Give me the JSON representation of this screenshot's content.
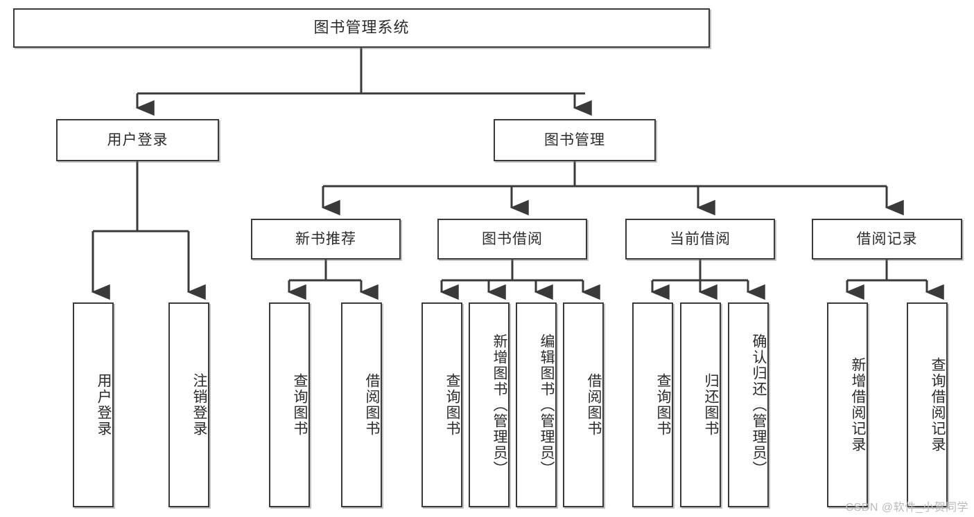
{
  "diagram": {
    "type": "tree-hierarchy-chart",
    "title": "图书管理系统",
    "watermark": "CSDN @软件_小贺同学",
    "colors": {
      "box_border": "#3a3a3a",
      "box_fill": "#ffffff",
      "connector": "#3a3a3a",
      "text": "#2b2b2b",
      "watermark": "#b9b9b9",
      "background": "#ffffff"
    },
    "root": {
      "label": "图书管理系统"
    },
    "level2": [
      {
        "label": "用户登录"
      },
      {
        "label": "图书管理"
      }
    ],
    "level3": [
      {
        "label": "新书推荐"
      },
      {
        "label": "图书借阅"
      },
      {
        "label": "当前借阅"
      },
      {
        "label": "借阅记录"
      }
    ],
    "leaves": {
      "user_login": [
        {
          "label": "用户登录"
        },
        {
          "label": "注销登录"
        }
      ],
      "new_book_recommend": [
        {
          "label": "查询图书"
        },
        {
          "label": "借阅图书"
        }
      ],
      "book_borrow": [
        {
          "label": "查询图书"
        },
        {
          "label": "新增图书（管理员）"
        },
        {
          "label": "编辑图书（管理员）"
        },
        {
          "label": "借阅图书"
        }
      ],
      "current_borrow": [
        {
          "label": "查询图书"
        },
        {
          "label": "归还图书"
        },
        {
          "label": "确认归还（管理员）"
        }
      ],
      "borrow_records": [
        {
          "label": "新增借阅记录"
        },
        {
          "label": "查询借阅记录"
        }
      ]
    }
  }
}
